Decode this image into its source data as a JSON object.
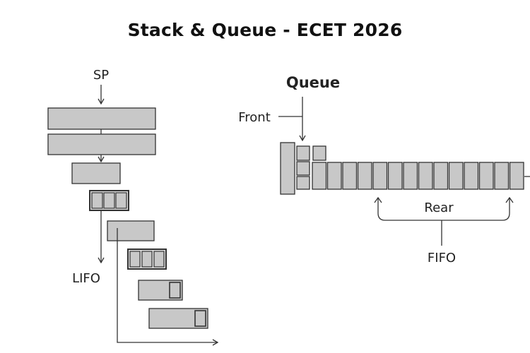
{
  "title": "Stack & Queue - ECET 2026",
  "stack": {
    "pointer_label": "SP",
    "order_label": "LIFO"
  },
  "queue": {
    "heading": "Queue",
    "front_label": "Front",
    "rear_label": "Rear",
    "order_label": "FIFO"
  },
  "colors": {
    "block_fill": "#c8c8c8",
    "outline": "#333333",
    "text": "#111111"
  }
}
